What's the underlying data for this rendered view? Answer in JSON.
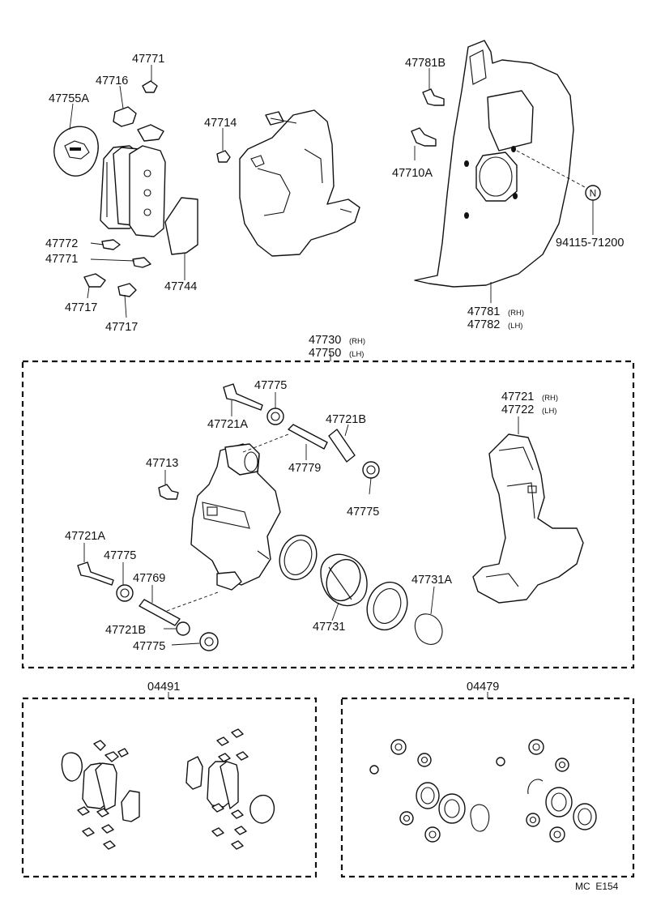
{
  "parts": {
    "p47771_top": "47771",
    "p47716": "47716",
    "p47755A": "47755A",
    "p47714": "47714",
    "p47772": "47772",
    "p47771_mid": "47771",
    "p47717_a": "47717",
    "p47744": "47744",
    "p47717_b": "47717",
    "p47781B": "47781B",
    "p47710A": "47710A",
    "p94115": "94115-71200",
    "p47781": "47781",
    "p47782": "47782",
    "p47730": "47730",
    "p47750": "47750",
    "p47775_a": "47775",
    "p47721A_a": "47721A",
    "p47721B_a": "47721B",
    "p47713": "47713",
    "p47779": "47779",
    "p47775_b": "47775",
    "p47721": "47721",
    "p47722": "47722",
    "p47721A_b": "47721A",
    "p47775_c": "47775",
    "p47769": "47769",
    "p47731A": "47731A",
    "p47731": "47731",
    "p47721B_b": "47721B",
    "p47775_d": "47775",
    "kit04491": "04491",
    "kit04479": "04479"
  },
  "suffixes": {
    "rh": "(RH)",
    "lh": "(LH)"
  },
  "marker": "N",
  "footer_code": "MC  E154"
}
